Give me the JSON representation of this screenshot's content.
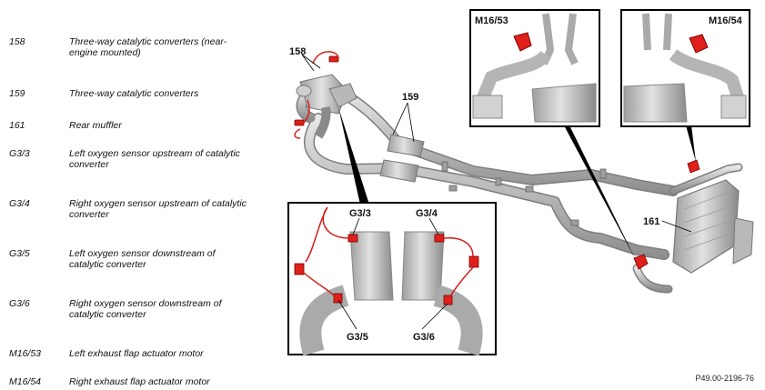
{
  "legend": [
    {
      "code": "158",
      "desc": "Three-way catalytic converters (near-engine mounted)"
    },
    {
      "code": "159",
      "desc": "Three-way catalytic converters"
    },
    {
      "code": "161",
      "desc": "Rear muffler"
    },
    {
      "code": "G3/3",
      "desc": "Left oxygen sensor upstream of catalytic converter"
    },
    {
      "code": "G3/4",
      "desc": "Right oxygen sensor upstream of catalytic converter"
    },
    {
      "code": "G3/5",
      "desc": "Left oxygen sensor downstream of catalytic converter"
    },
    {
      "code": "G3/6",
      "desc": "Right oxygen sensor downstream of catalytic converter"
    },
    {
      "code": "M16/53",
      "desc": "Left exhaust flap actuator motor"
    },
    {
      "code": "M16/54",
      "desc": "Right exhaust flap actuator motor"
    }
  ],
  "callouts": {
    "c158": "158",
    "c159": "159",
    "c161": "161",
    "g33": "G3/3",
    "g34": "G3/4",
    "g35": "G3/5",
    "g36": "G3/6",
    "m1653": "M16/53",
    "m1654": "M16/54"
  },
  "figure_id": "P49.00-2196-76",
  "colors": {
    "pipe": "#c9c9c9",
    "pipe_edge": "#8a8a8a",
    "component": "#e0201a",
    "frame": "#000000"
  }
}
